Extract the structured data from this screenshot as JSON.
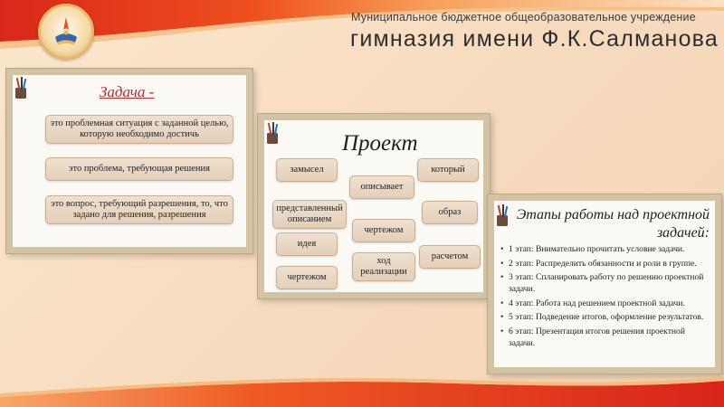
{
  "header": {
    "line1": "Муниципальное бюджетное общеобразовательное учреждение",
    "line2": "гимназия имени Ф.К.Салманова"
  },
  "card1": {
    "title": "Задача -",
    "items": [
      "это проблемная ситуация с заданной целью, которую необходимо достичь",
      "это проблема, требующая решения",
      "это вопрос, требующий разрешения, то, что задано для решения, разрешения"
    ]
  },
  "card2": {
    "title": "Проект",
    "words": [
      "замысел",
      "описывает",
      "который",
      "представленный описанием",
      "чертежом",
      "образ",
      "идея",
      "ход реализации",
      "расчетом",
      "чертежом"
    ]
  },
  "card3": {
    "title": "Этапы работы над проектной задачей:",
    "stages": [
      "1 этап: Внимательно прочитать условие задачи.",
      "2 этап: Распределить обязанности и роли в группе.",
      "3 этап: Спланировать работу по решению проектной задачи.",
      "4 этап: Работа над решением проектной задачи.",
      "5 этап: Подведение итогов, оформление результатов.",
      "6 этап: Презентация итогов решения проектной задачи."
    ]
  },
  "colors": {
    "accent_red": "#e03a1c",
    "accent_orange": "#f47a20",
    "title_red": "#c0282b"
  }
}
